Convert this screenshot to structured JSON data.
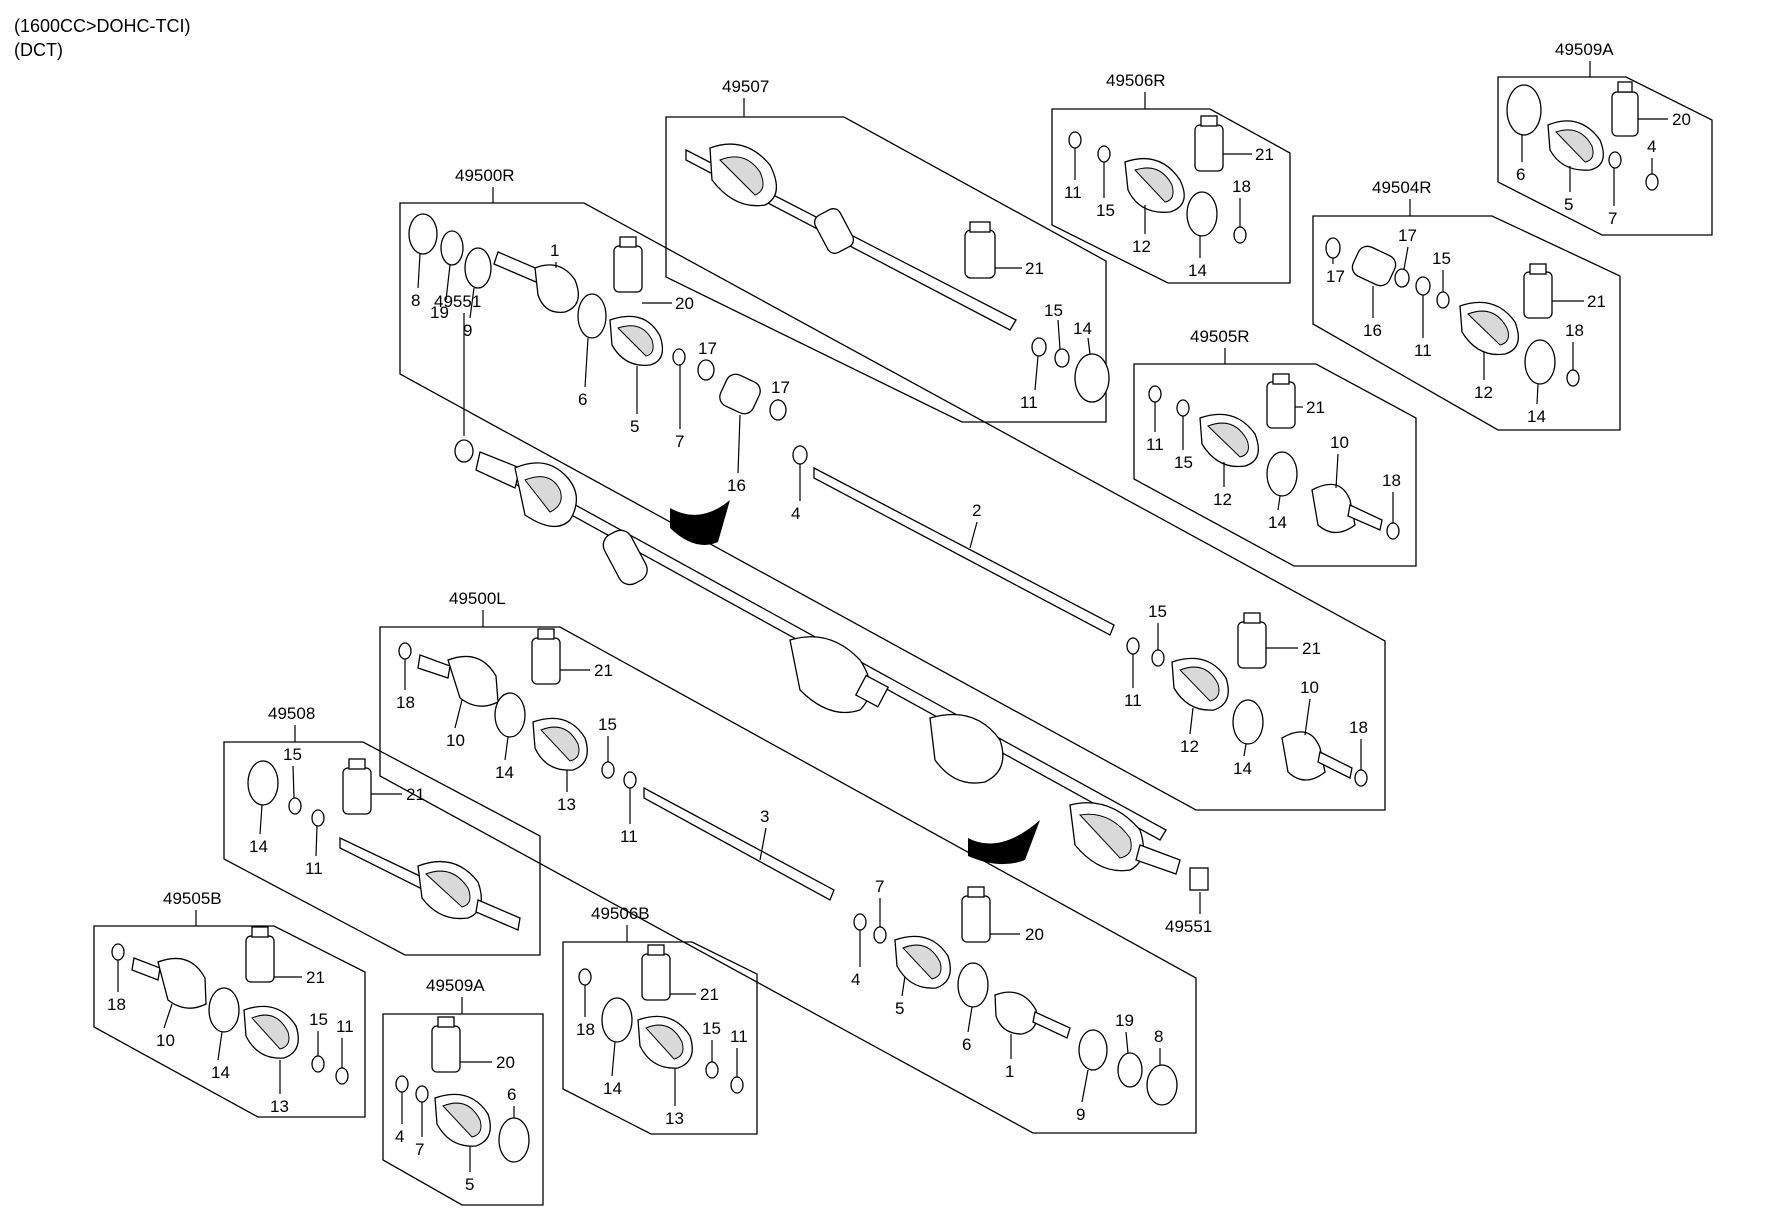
{
  "header": {
    "line1": "(1600CC>DOHC-TCI)",
    "line2": "(DCT)"
  },
  "assemblies": {
    "a49507": "49507",
    "a49506R": "49506R",
    "a49509A_top": "49509A",
    "a49500R": "49500R",
    "a49504R": "49504R",
    "a49505R": "49505R",
    "a49551_top": "49551",
    "a49500L": "49500L",
    "a49508": "49508",
    "a49505B": "49505B",
    "a49509A_bot": "49509A",
    "a49506B": "49506B",
    "a49551_bot": "49551"
  },
  "labels": {
    "p49507_21": "21",
    "p49507_15": "15",
    "p49507_14": "14",
    "p49507_11": "11",
    "p49506R_11": "11",
    "p49506R_15": "15",
    "p49506R_12": "12",
    "p49506R_14": "14",
    "p49506R_18": "18",
    "p49506R_21": "21",
    "p49509A_6": "6",
    "p49509A_5": "5",
    "p49509A_7": "7",
    "p49509A_4": "4",
    "p49509A_20": "20",
    "p49504R_17a": "17",
    "p49504R_16": "16",
    "p49504R_17b": "17",
    "p49504R_11": "11",
    "p49504R_15": "15",
    "p49504R_12": "12",
    "p49504R_14": "14",
    "p49504R_18": "18",
    "p49504R_21": "21",
    "p49505R_11": "11",
    "p49505R_15": "15",
    "p49505R_12": "12",
    "p49505R_14": "14",
    "p49505R_10": "10",
    "p49505R_18": "18",
    "p49505R_21": "21",
    "p49500R_8": "8",
    "p49500R_19": "19",
    "p49500R_9": "9",
    "p49500R_1": "1",
    "p49500R_6": "6",
    "p49500R_5": "5",
    "p49500R_20": "20",
    "p49500R_7": "7",
    "p49500R_17a": "17",
    "p49500R_16": "16",
    "p49500R_17b": "17",
    "p49500R_4": "4",
    "p49500R_2": "2",
    "p49500R_15": "15",
    "p49500R_11": "11",
    "p49500R_12": "12",
    "p49500R_21": "21",
    "p49500R_10": "10",
    "p49500R_14": "14",
    "p49500R_18": "18",
    "p49500L_18": "18",
    "p49500L_10": "10",
    "p49500L_21": "21",
    "p49500L_14": "14",
    "p49500L_13": "13",
    "p49500L_15": "15",
    "p49500L_11": "11",
    "p49500L_3": "3",
    "p49500L_7": "7",
    "p49500L_4": "4",
    "p49500L_5": "5",
    "p49500L_20": "20",
    "p49500L_6": "6",
    "p49500L_1": "1",
    "p49500L_9": "9",
    "p49500L_19": "19",
    "p49500L_8": "8",
    "p49508_15": "15",
    "p49508_14": "14",
    "p49508_11": "11",
    "p49508_21": "21",
    "p49505B_18": "18",
    "p49505B_10": "10",
    "p49505B_21": "21",
    "p49505B_14": "14",
    "p49505B_13": "13",
    "p49505B_15": "15",
    "p49505B_11": "11",
    "p49509Ab_20": "20",
    "p49509Ab_6": "6",
    "p49509Ab_4": "4",
    "p49509Ab_7": "7",
    "p49509Ab_5": "5",
    "p49506B_21": "21",
    "p49506B_18": "18",
    "p49506B_14": "14",
    "p49506B_15": "15",
    "p49506B_11": "11",
    "p49506B_13": "13"
  }
}
